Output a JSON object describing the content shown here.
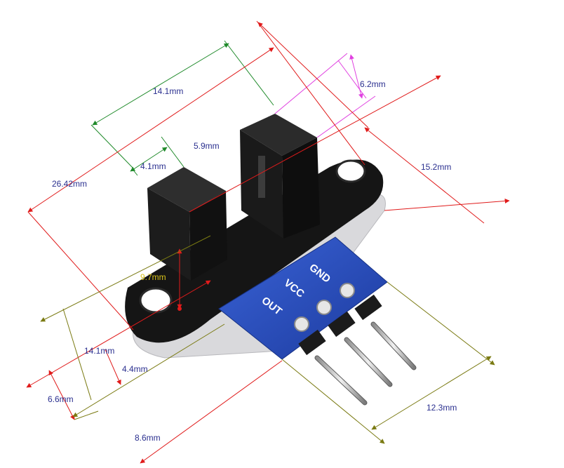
{
  "dimensions": {
    "d_14_1_top": "14.1mm",
    "d_4_1": "4.1mm",
    "d_5_9": "5.9mm",
    "d_6_2": "6.2mm",
    "d_26_42": "26.42mm",
    "d_15_2": "15.2mm",
    "d_9_7": "9.7mm",
    "d_14_1_bottom": "14.1mm",
    "d_4_4": "4.4mm",
    "d_6_6": "6.6mm",
    "d_8_6": "8.6mm",
    "d_12_3": "12.3mm"
  },
  "pcb_labels": {
    "gnd": "GND",
    "vcc": "VCC",
    "out": "OUT"
  },
  "colors": {
    "red": "#e01b1b",
    "green": "#1f8a2a",
    "magenta": "#e040e0",
    "olive": "#7a7a12",
    "pcb_blue": "#2547b8",
    "housing_black": "#141414",
    "label_blue": "#2a2f8f"
  }
}
